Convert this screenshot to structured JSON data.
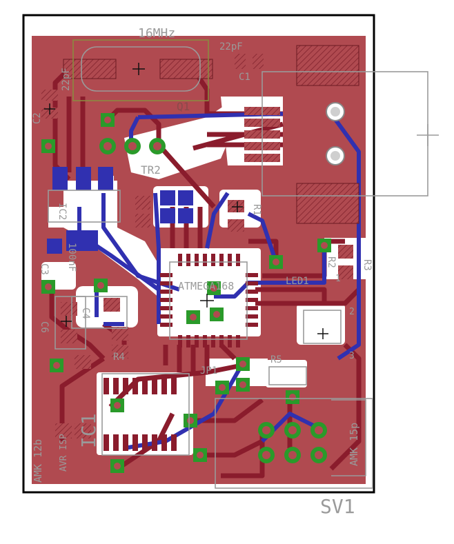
{
  "board": {
    "title": "AVR USB PCB layout",
    "colors": {
      "copper_top": "#b04a50",
      "copper_bottom": "#3030b0",
      "trace_top": "#8a1c2c",
      "clearance": "#ffffff",
      "via": "#2a9a2a",
      "silkscreen": "#9a9a9a",
      "outline": "#000000"
    }
  },
  "labels": {
    "crystal": "16MHz",
    "crystal_ref": "Q1",
    "cap_a": "22pF",
    "cap_a_ref": "C1",
    "cap_b": "22pF",
    "cap_b_ref": "C2",
    "cap_c_ref": "C3",
    "cap_c_val": "100nF",
    "cap_d_ref": "C4",
    "cap_e_ref": "C6",
    "trimmer": "TR2",
    "res_r1": "R1",
    "res_r2": "R2",
    "res_r3": "R3",
    "res_r4": "R4",
    "res_r5": "R5",
    "led": "LED1",
    "mcu": "ATMEGA168",
    "jumper": "JP1",
    "sv_ref": "SV1",
    "label_avr": "AVR ISP",
    "label_amk": "AMK 12b",
    "label_amk2": "AMK 15p",
    "ic2": "IC1",
    "ic_small": "IC2",
    "pin_1": "1",
    "pin_2": "2",
    "pin_3": "3"
  },
  "icons": [
    "crosshair-icon",
    "via-icon",
    "pad-icon"
  ]
}
